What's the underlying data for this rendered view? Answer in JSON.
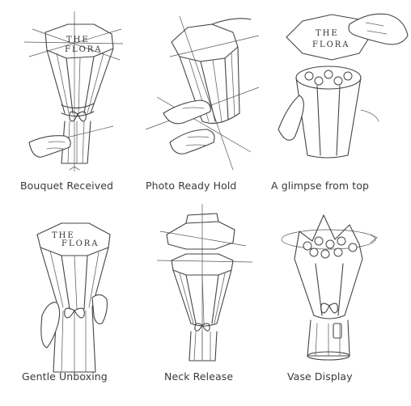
{
  "brand_label": "THE FLORA",
  "brand_label_lines": [
    "THE",
    "FLORA"
  ],
  "panels": [
    {
      "caption": "Bouquet Received"
    },
    {
      "caption": "Photo Ready Hold"
    },
    {
      "caption": "A glimpse from top"
    },
    {
      "caption": "Gentle Unboxing"
    },
    {
      "caption": "Neck Release"
    },
    {
      "caption": "Vase Display"
    }
  ]
}
